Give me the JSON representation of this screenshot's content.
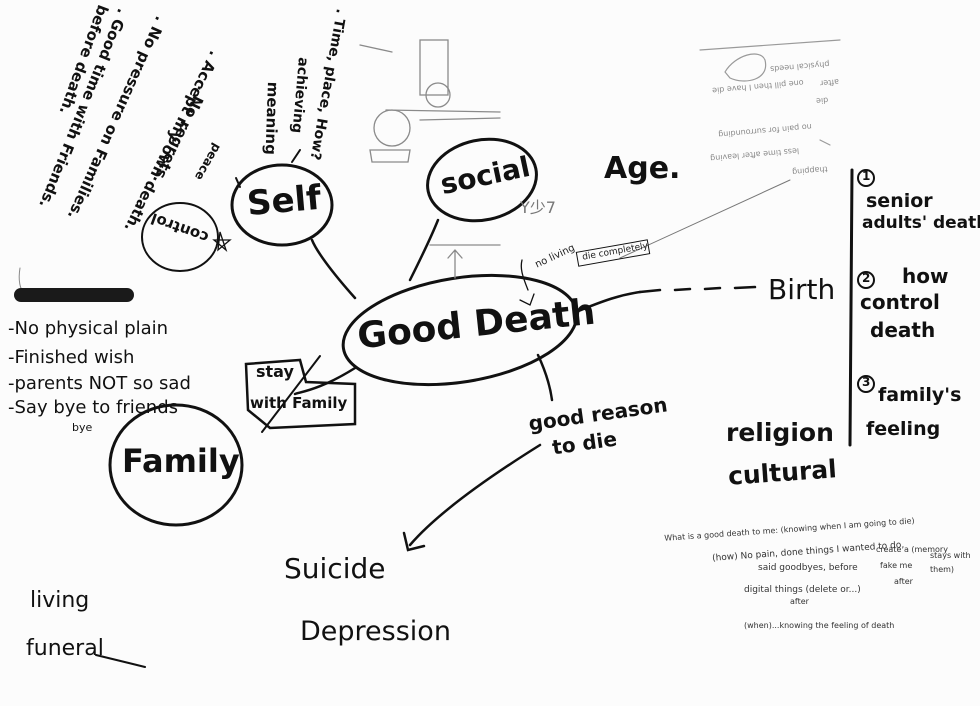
{
  "center": {
    "label": "Good Death"
  },
  "nodes": {
    "self": "Self",
    "social": "social",
    "family": "Family",
    "age": "Age.",
    "birth": "Birth",
    "religion": "religion",
    "cultural": "cultural",
    "good_reason": "good reason",
    "to_die": "to die",
    "suicide": "Suicide",
    "depression": "Depression",
    "living": "living",
    "funeral": "funeral",
    "stay": "stay",
    "with_family": "with Family",
    "control": "control",
    "peace": "peace",
    "no_living": "no living",
    "die_completely": "die completely",
    "chinese_note": "Y少7"
  },
  "upside_notes": [
    "before death.",
    ". Good time with Friends.",
    ". No pressure on Families.",
    ". Accept my own death.",
    ". No regrets.",
    "meaning",
    "achieving",
    ". Time, place, How?"
  ],
  "wishes": [
    "-No physical plain",
    "-Finished wish",
    "-parents NOT so sad",
    "-Say bye to friends"
  ],
  "wishes_extra": "bye",
  "numbered": [
    {
      "num": "1",
      "lines": [
        "senior",
        "adults' death"
      ]
    },
    {
      "num": "2",
      "lines": [
        "how",
        "control",
        "death"
      ]
    },
    {
      "num": "3",
      "lines": [
        "family's",
        "feeling"
      ]
    }
  ],
  "bottom_right": [
    "What is a good death to me: (knowing when I am going to die)",
    "(how) No pain, done things I wanted to do,",
    "said goodbyes, before",
    "create a (memory",
    "fake me",
    "stays with",
    "them)",
    "after",
    "digital things (delete or...)",
    "after",
    "(when)...knowing the feeling of death"
  ],
  "faded_notes": [
    "physical needs",
    "after",
    "one pill then I have die",
    "die",
    "no pain for surrounding",
    "less time after leaving",
    "thapping"
  ],
  "colors": {
    "ink": "#111111",
    "board": "#fcfcfc",
    "faded": "#9a9a9a",
    "marker": "#1a1a1a"
  }
}
